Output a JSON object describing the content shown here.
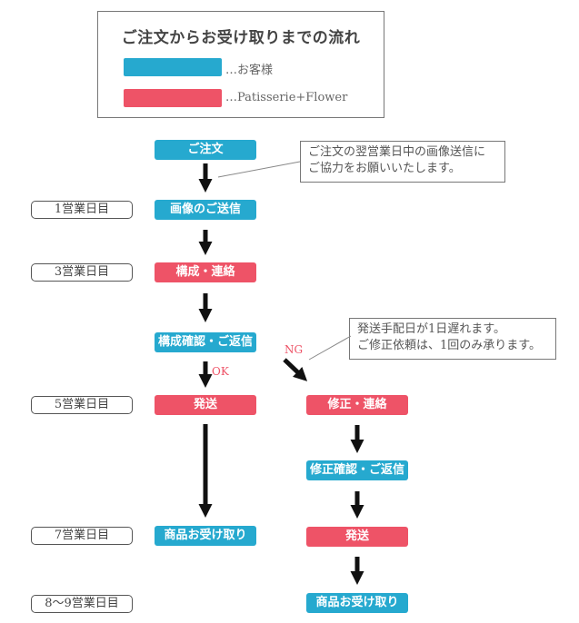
{
  "title": "ご注文からお受け取りまでの流れ",
  "legend": [
    {
      "color": "#26a9cf",
      "label": "…お客様"
    },
    {
      "color": "#ee5367",
      "label": "…Patisserie+Flower"
    }
  ],
  "days": [
    "1営業日目",
    "3営業日目",
    "5営業日目",
    "7営業日目",
    "8〜9営業日目"
  ],
  "steps": {
    "order": "ご注文",
    "image_send": "画像のご送信",
    "compose_contact": "構成・連絡",
    "compose_confirm": "構成確認・ご返信",
    "ship": "発送",
    "receive": "商品お受け取り",
    "fix_contact": "修正・連絡",
    "fix_confirm": "修正確認・ご返信",
    "fix_ship": "発送",
    "fix_receive": "商品お受け取り"
  },
  "notes": {
    "image_note": [
      "ご注文の翌営業日中の画像送信に",
      "ご協力をお願いいたします。"
    ],
    "ng_note": [
      "発送手配日が1日遅れます。",
      "ご修正依頼は、1回のみ承ります。"
    ]
  },
  "annotations": {
    "ok": "OK",
    "ng": "NG"
  },
  "colors": {
    "customer": "#26a9cf",
    "shop": "#ee5367",
    "arrow": "#111111"
  }
}
